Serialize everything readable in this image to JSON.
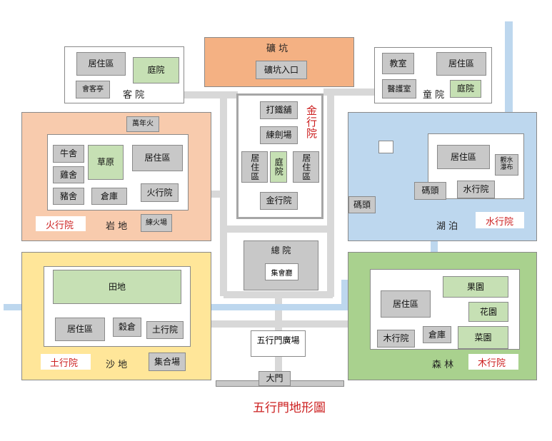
{
  "title": "五行門地形圖",
  "colors": {
    "water": "#bdd7ee",
    "fire": "#f8cbad",
    "earth": "#ffe699",
    "wood": "#a9d18e",
    "mine": "#f4b183",
    "building": "#c8c8c8",
    "garden": "#c6e0b4",
    "path": "#d8d8d8",
    "title_red": "#cc1f1f"
  },
  "mine": {
    "label": "礦 坑",
    "entrance": "礦坑入口"
  },
  "guest": {
    "label": "客 院",
    "residence": "居住區",
    "courtyard": "庭院",
    "pavilion": "會客亭"
  },
  "children": {
    "label": "童 院",
    "classroom": "教室",
    "residence": "居住區",
    "clinic": "醫護室",
    "courtyard": "庭院"
  },
  "fire": {
    "terrain": "岩 地",
    "hall": "火行院",
    "eternal_fire": "萬年火",
    "cowshed": "牛舍",
    "grassland": "草原",
    "residence": "居住區",
    "chicken": "雞舍",
    "pigsty": "豬舍",
    "storehouse": "倉庫",
    "school": "火行院",
    "training": "練火場"
  },
  "metal": {
    "hall": "金行院",
    "smithy": "打鐵舖",
    "sword": "練劍場",
    "residence_left": "居住區",
    "courtyard": "庭院",
    "residence_right": "居住區",
    "school": "金行院"
  },
  "water": {
    "terrain": "湖 泊",
    "hall": "水行院",
    "pier": "碼頭",
    "residence": "居住區",
    "waterfall": "觀水瀑布",
    "inner_pier": "碼頭",
    "school": "水行院"
  },
  "center": {
    "main": "總 院",
    "assembly": "集會廳",
    "plaza": "五行門廣場",
    "gate": "大門"
  },
  "earth": {
    "terrain": "沙 地",
    "hall": "土行院",
    "farmland": "田地",
    "residence": "居住區",
    "granary": "穀倉",
    "school": "土行院",
    "gathering": "集合場"
  },
  "wood": {
    "terrain": "森 林",
    "hall": "木行院",
    "residence": "居住區",
    "orchard": "果園",
    "flowers": "花園",
    "vegetables": "菜園",
    "school": "木行院",
    "storehouse": "倉庫"
  }
}
